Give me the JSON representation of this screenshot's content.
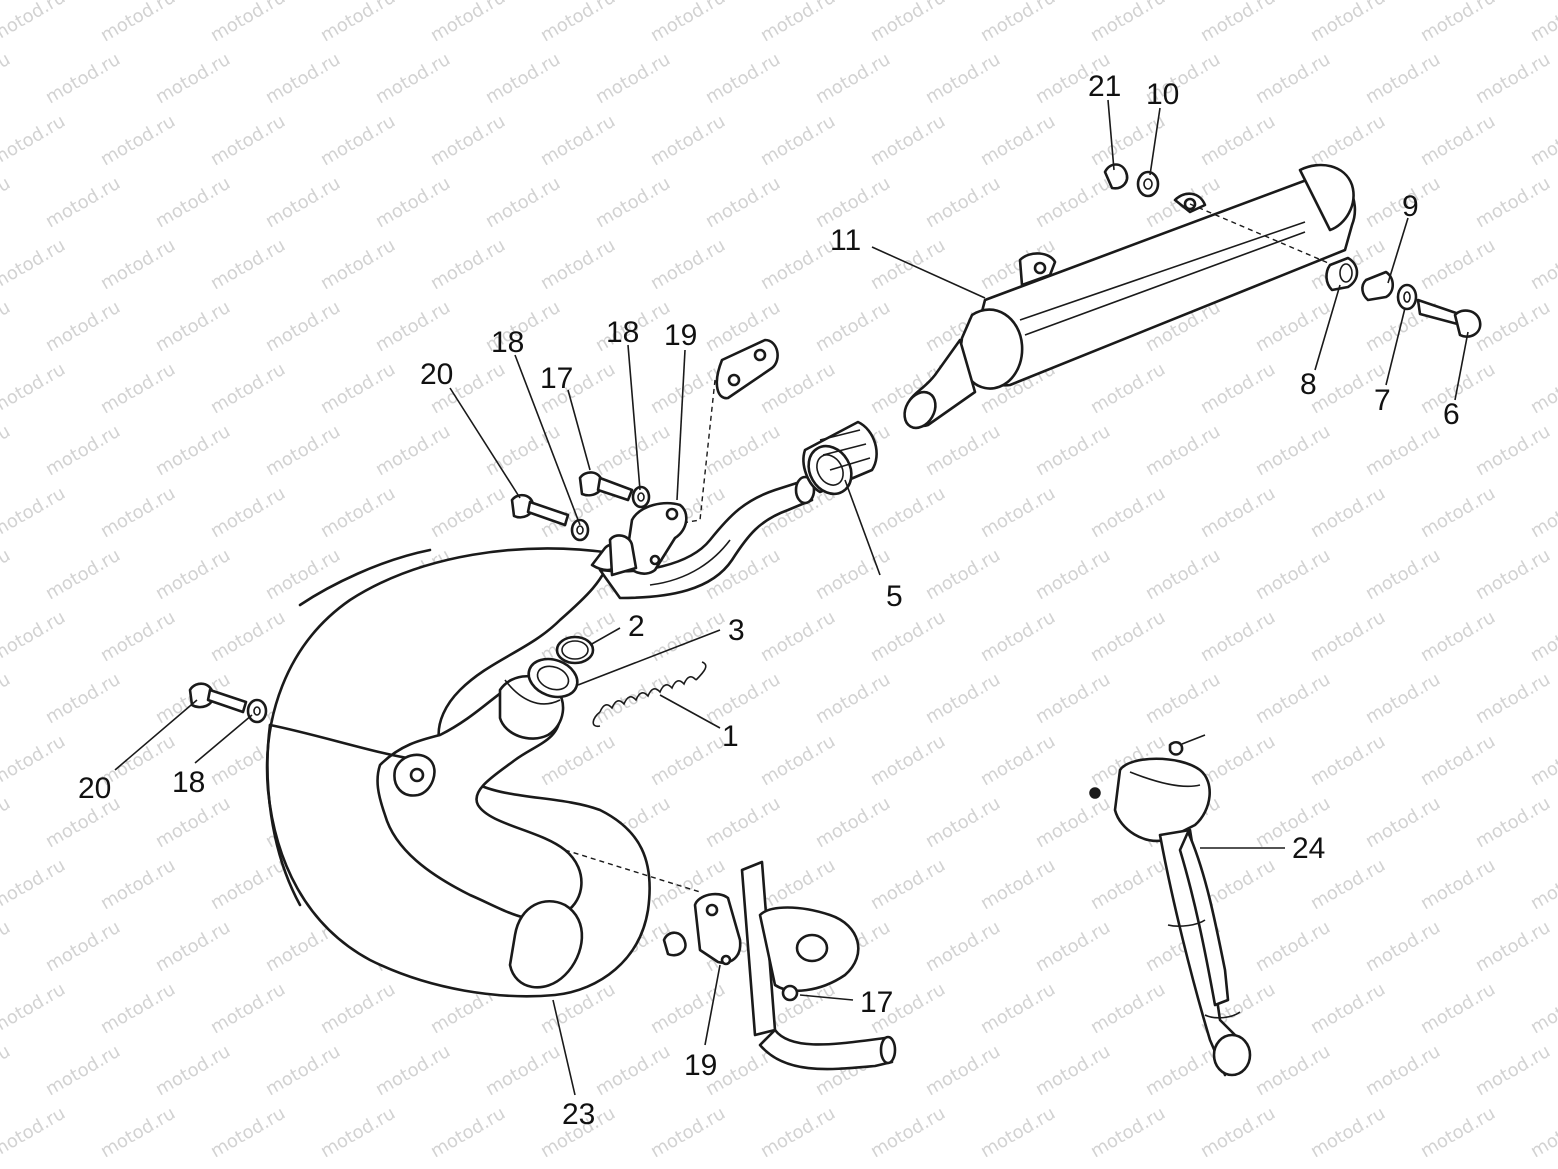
{
  "diagram": {
    "watermark_text": "motod.ru",
    "callouts": [
      {
        "id": "c-21",
        "label": "21"
      },
      {
        "id": "c-10",
        "label": "10"
      },
      {
        "id": "c-9",
        "label": "9"
      },
      {
        "id": "c-11",
        "label": "11"
      },
      {
        "id": "c-8",
        "label": "8"
      },
      {
        "id": "c-7",
        "label": "7"
      },
      {
        "id": "c-6",
        "label": "6"
      },
      {
        "id": "c-18a",
        "label": "18"
      },
      {
        "id": "c-19a",
        "label": "19"
      },
      {
        "id": "c-18b",
        "label": "18"
      },
      {
        "id": "c-20a",
        "label": "20"
      },
      {
        "id": "c-17a",
        "label": "17"
      },
      {
        "id": "c-5",
        "label": "5"
      },
      {
        "id": "c-2",
        "label": "2"
      },
      {
        "id": "c-3",
        "label": "3"
      },
      {
        "id": "c-1",
        "label": "1"
      },
      {
        "id": "c-20b",
        "label": "20"
      },
      {
        "id": "c-18c",
        "label": "18"
      },
      {
        "id": "c-24",
        "label": "24"
      },
      {
        "id": "c-17b",
        "label": "17"
      },
      {
        "id": "c-19b",
        "label": "19"
      },
      {
        "id": "c-23",
        "label": "23"
      }
    ]
  }
}
